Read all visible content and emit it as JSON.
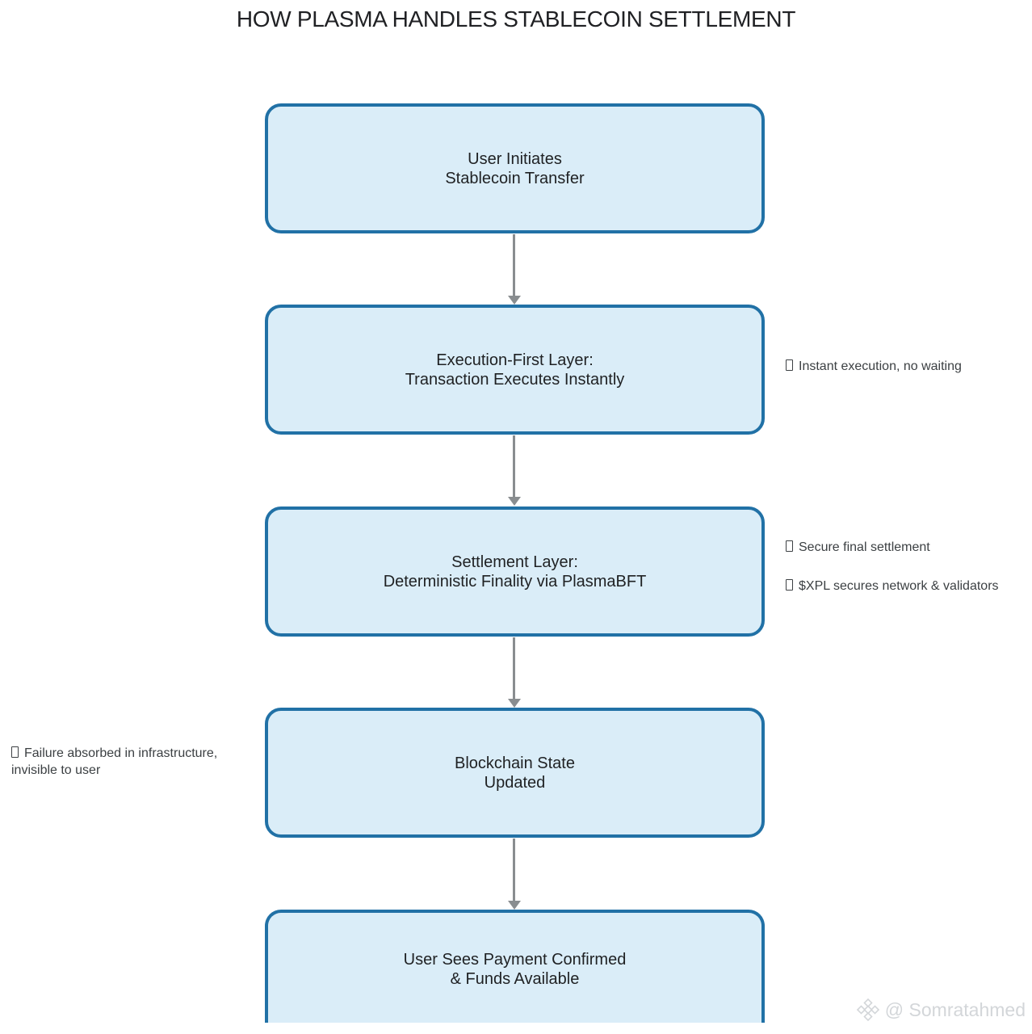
{
  "title": "HOW PLASMA HANDLES STABLECOIN SETTLEMENT",
  "nodes": {
    "n1": {
      "line1": "User Initiates",
      "line2": "Stablecoin Transfer"
    },
    "n2": {
      "line1": "Execution-First Layer:",
      "line2": "Transaction Executes Instantly"
    },
    "n3": {
      "line1": "Settlement Layer:",
      "line2": "Deterministic Finality via PlasmaBFT"
    },
    "n4": {
      "line1": "Blockchain State",
      "line2": "Updated"
    },
    "n5": {
      "line1": "User Sees Payment Confirmed",
      "line2": "& Funds Available"
    }
  },
  "annotations": {
    "execution_note": "Instant execution, no waiting",
    "settlement_note_1": "Secure final settlement",
    "settlement_note_2": "$XPL secures network & validators",
    "state_note": "Failure absorbed in infrastructure, invisible to user"
  },
  "watermark": {
    "handle": "@ Somratahmed"
  },
  "colors": {
    "node_fill": "#daedf8",
    "node_border": "#2171a6",
    "arrow": "#898d90",
    "note_text": "#3c4043",
    "title_text": "#202124",
    "watermark_text": "#d3d6d9"
  }
}
